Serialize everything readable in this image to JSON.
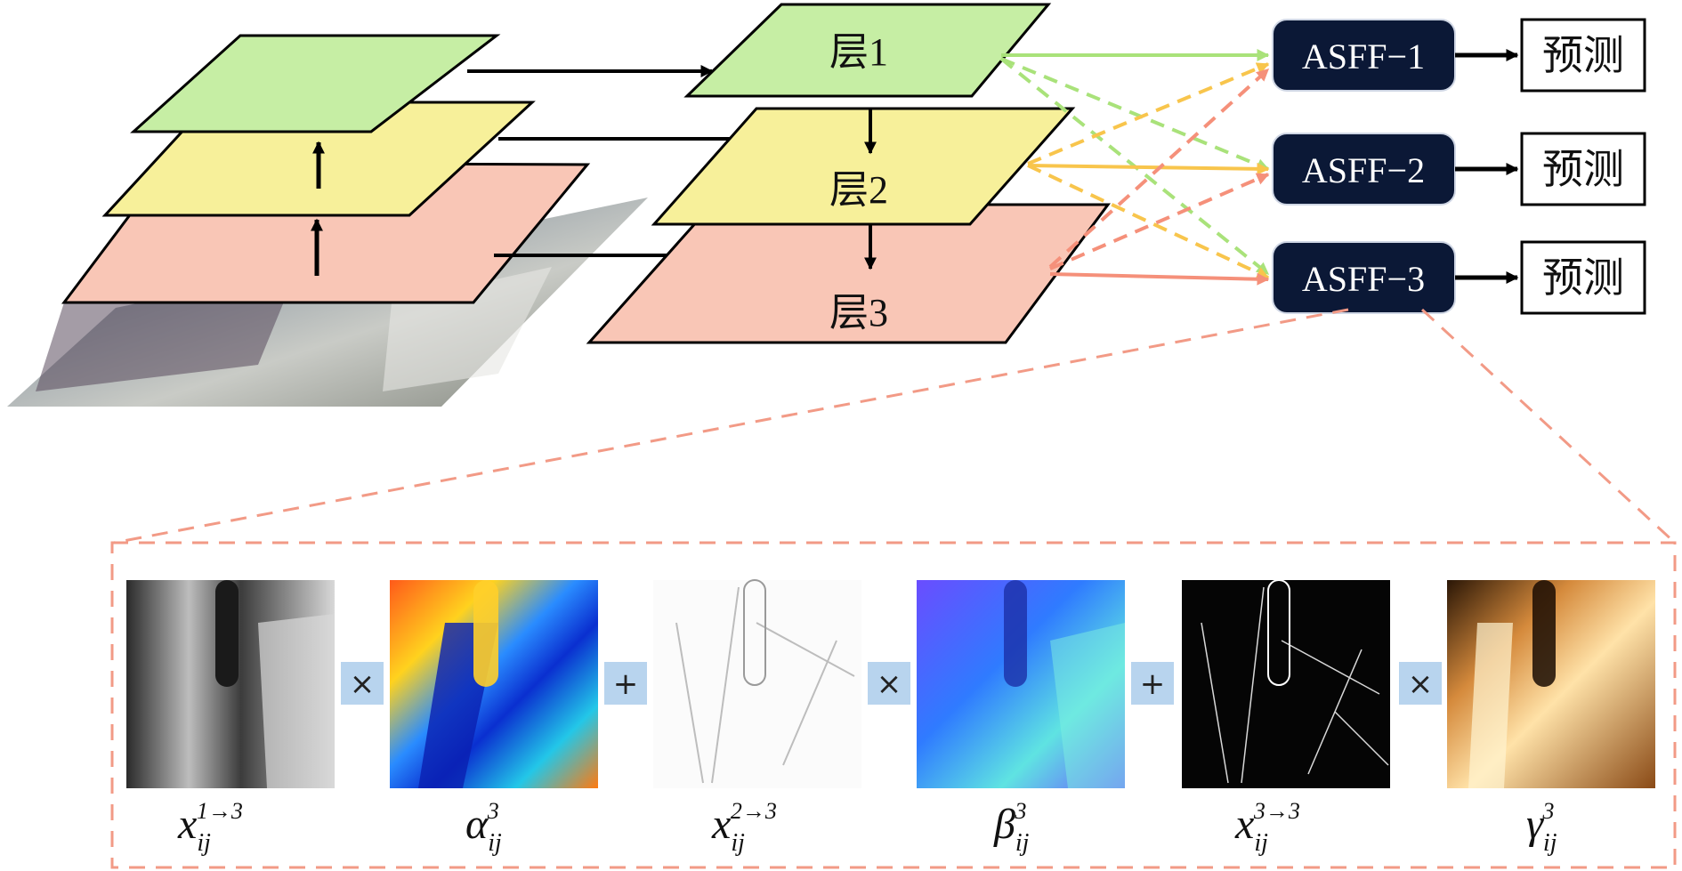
{
  "colors": {
    "green_layer": "#c6eea4",
    "yellow_layer": "#f7f09a",
    "pink_layer": "#f9c6b6",
    "asff_fill": "#0b1836",
    "green_arrow": "#a9e27a",
    "yellow_arrow": "#f8c54c",
    "pink_arrow": "#f5907a",
    "op_box": "#b8d4ee",
    "dashed_outline": "#f29a86"
  },
  "pyramid": {
    "layers": [
      {
        "label": "层1"
      },
      {
        "label": "层2"
      },
      {
        "label": "层3"
      }
    ]
  },
  "asff_modules": [
    {
      "label": "ASFF−1",
      "output": "预测"
    },
    {
      "label": "ASFF−2",
      "output": "预测"
    },
    {
      "label": "ASFF−3",
      "output": "预测"
    }
  ],
  "fusion_detail": {
    "items": [
      {
        "symbol": "x",
        "sub": "ij",
        "sup": "1→3",
        "image": "grayscale-feature-map"
      },
      {
        "symbol": "α",
        "sub": "ij",
        "sup": "3",
        "image": "jet-colormap-weight-map"
      },
      {
        "symbol": "x",
        "sub": "ij",
        "sup": "2→3",
        "image": "edge-sketch-feature-map"
      },
      {
        "symbol": "β",
        "sub": "ij",
        "sup": "3",
        "image": "cool-colormap-weight-map"
      },
      {
        "symbol": "x",
        "sub": "ij",
        "sup": "3→3",
        "image": "dark-edge-feature-map"
      },
      {
        "symbol": "γ",
        "sub": "ij",
        "sup": "3",
        "image": "copper-colormap-weight-map"
      }
    ],
    "operators": [
      "×",
      "+",
      "×",
      "+",
      "×"
    ]
  }
}
